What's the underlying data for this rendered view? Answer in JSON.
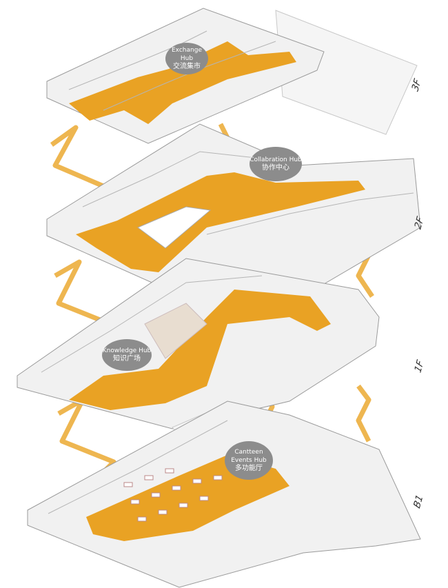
{
  "hubs": [
    {
      "en": "Exchange Hub",
      "cn": "交流集市"
    },
    {
      "en": "Collabration Hub",
      "cn": "协作中心"
    },
    {
      "en": "Knowledge Hub",
      "cn": "知识广场"
    },
    {
      "en_line1": "Cantteen",
      "en_line2": "Events Hub",
      "cn": "多功能厅"
    }
  ],
  "floors": [
    "3F",
    "2F",
    "1F",
    "B1"
  ],
  "colors": {
    "accent": "#e9a224",
    "bubble": "#8c8c8c",
    "plate": "#f1f1f1"
  }
}
